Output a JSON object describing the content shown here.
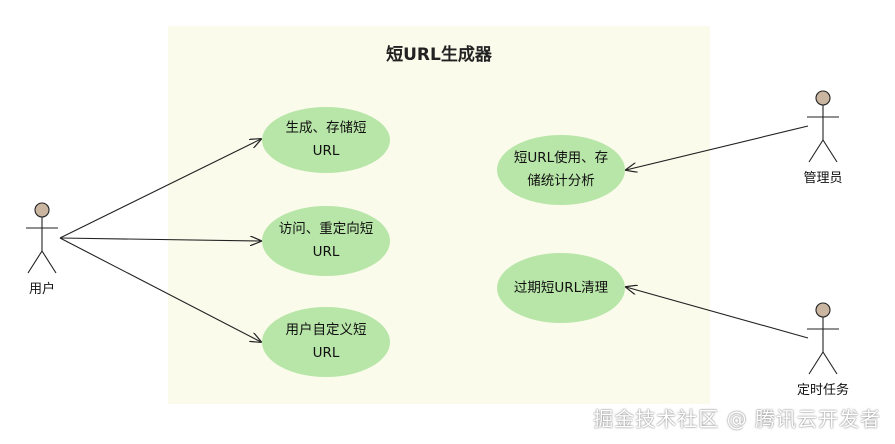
{
  "diagram": {
    "system_title": "短URL生成器",
    "actors": [
      {
        "id": "user",
        "label": "用户"
      },
      {
        "id": "admin",
        "label": "管理员"
      },
      {
        "id": "scheduler",
        "label": "定时任务"
      }
    ],
    "use_cases": [
      {
        "id": "uc1",
        "label": "生成、存储短URL"
      },
      {
        "id": "uc2",
        "label": "访问、重定向短URL"
      },
      {
        "id": "uc3",
        "label": "用户自定义短URL"
      },
      {
        "id": "uc4",
        "label": "短URL使用、存储统计分析"
      },
      {
        "id": "uc5",
        "label": "过期短URL清理"
      }
    ],
    "associations": [
      {
        "from": "user",
        "to": "uc1"
      },
      {
        "from": "user",
        "to": "uc2"
      },
      {
        "from": "user",
        "to": "uc3"
      },
      {
        "from": "admin",
        "to": "uc4"
      },
      {
        "from": "scheduler",
        "to": "uc5"
      }
    ]
  },
  "watermark": "掘金技术社区 @ 腾讯云开发者",
  "colors": {
    "system_bg": "#fbfbec",
    "usecase_fill": "#b8e6a8",
    "actor_head": "#c9b5a0",
    "line": "#222222"
  }
}
